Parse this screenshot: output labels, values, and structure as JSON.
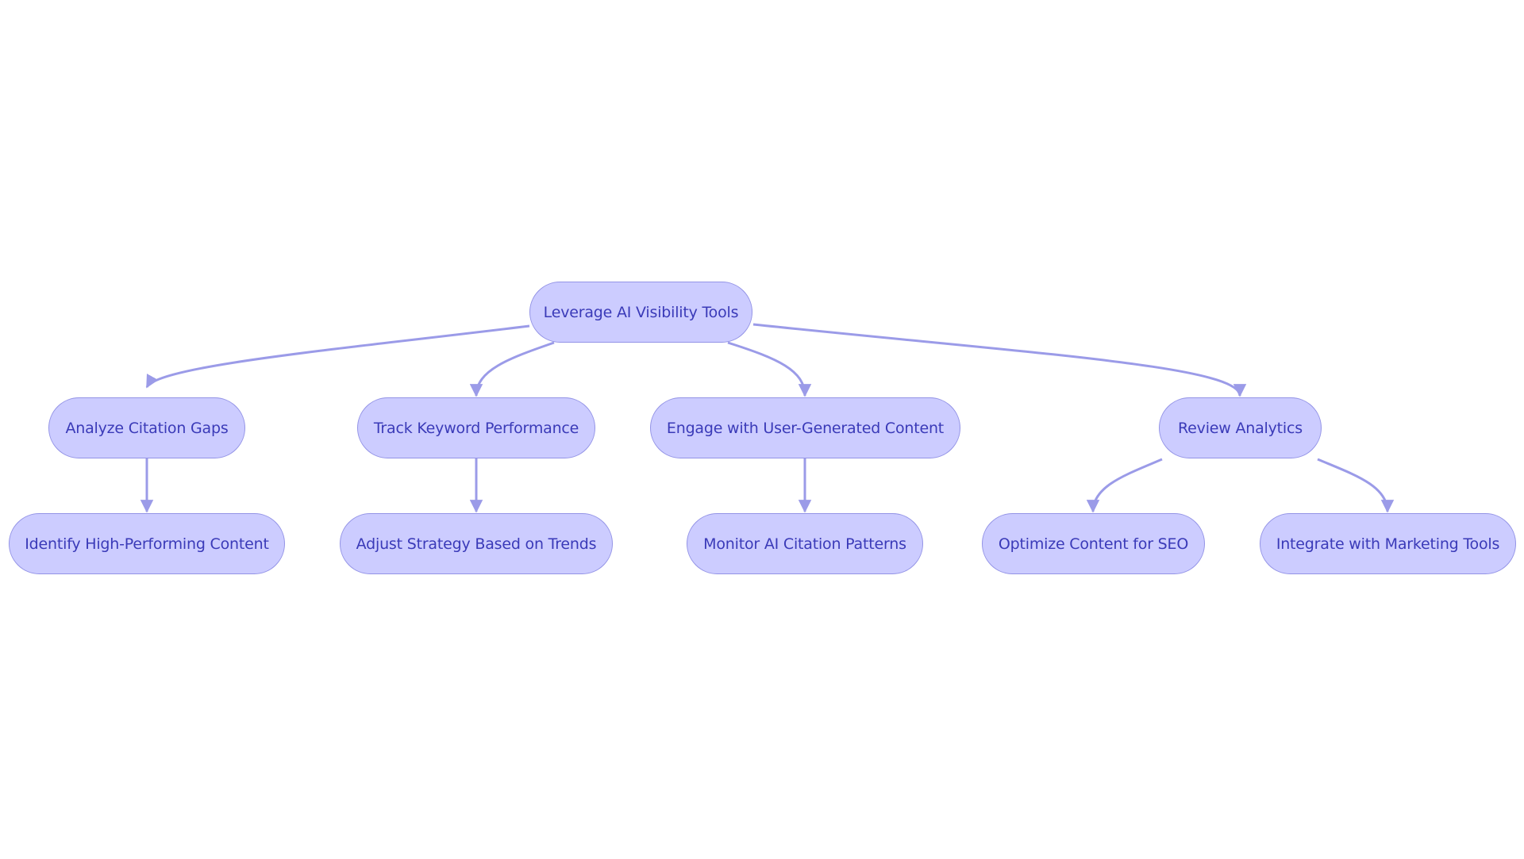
{
  "colors": {
    "node_fill": "#ccccff",
    "node_border": "#9393e6",
    "node_text": "#3a3ab8",
    "edge": "#9b9be8"
  },
  "nodes": {
    "root": "Leverage AI Visibility Tools",
    "analyze": "Analyze Citation Gaps",
    "track": "Track Keyword Performance",
    "engage": "Engage with User-Generated Content",
    "review": "Review Analytics",
    "identify": "Identify High-Performing Content",
    "adjust": "Adjust Strategy Based on Trends",
    "monitor": "Monitor AI Citation Patterns",
    "optimize": "Optimize Content for SEO",
    "integrate": "Integrate with Marketing Tools"
  },
  "edges": [
    {
      "from": "root",
      "to": "analyze"
    },
    {
      "from": "root",
      "to": "track"
    },
    {
      "from": "root",
      "to": "engage"
    },
    {
      "from": "root",
      "to": "review"
    },
    {
      "from": "analyze",
      "to": "identify"
    },
    {
      "from": "track",
      "to": "adjust"
    },
    {
      "from": "engage",
      "to": "monitor"
    },
    {
      "from": "review",
      "to": "optimize"
    },
    {
      "from": "review",
      "to": "integrate"
    }
  ]
}
